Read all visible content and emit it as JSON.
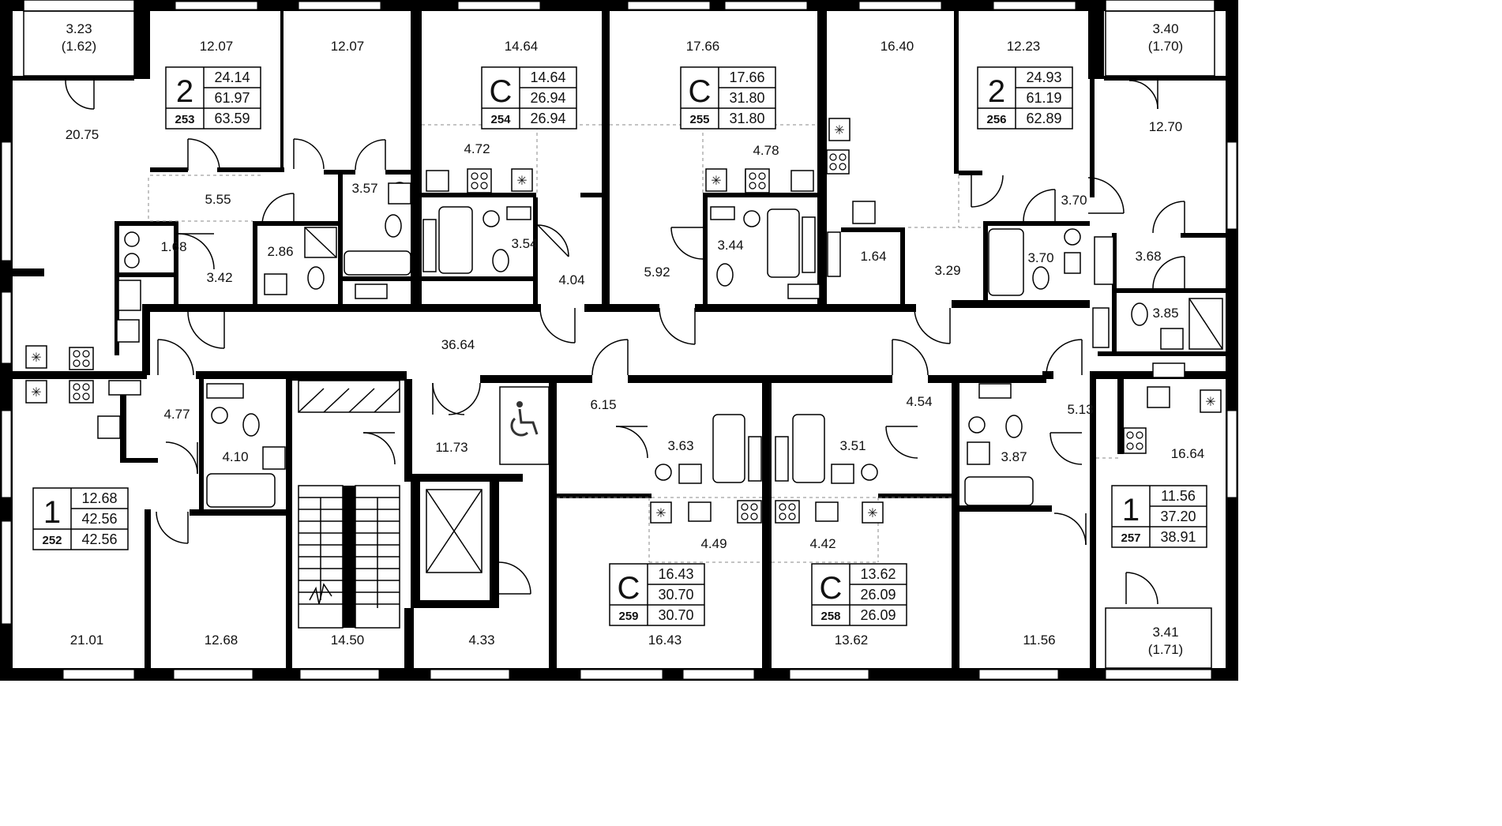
{
  "room_areas": [
    {
      "id": "balcony-left",
      "text": "3.23\n(1.62)"
    },
    {
      "id": "r253-bed1",
      "text": "12.07"
    },
    {
      "id": "r253-bed2",
      "text": "12.07"
    },
    {
      "id": "r254-room",
      "text": "14.64"
    },
    {
      "id": "r255-room",
      "text": "17.66"
    },
    {
      "id": "r256-room",
      "text": "16.40"
    },
    {
      "id": "r256-bed",
      "text": "12.23"
    },
    {
      "id": "balcony-right-top",
      "text": "3.40\n(1.70)"
    },
    {
      "id": "r253-living",
      "text": "20.75"
    },
    {
      "id": "r256-living",
      "text": "12.70"
    },
    {
      "id": "r253-hall",
      "text": "5.55"
    },
    {
      "id": "r253-bath",
      "text": "3.57"
    },
    {
      "id": "r254-kitchen",
      "text": "4.72"
    },
    {
      "id": "r255-kitchen",
      "text": "4.78"
    },
    {
      "id": "r256-hall",
      "text": "3.70"
    },
    {
      "id": "r253-wc",
      "text": "1.68"
    },
    {
      "id": "r253-shower",
      "text": "2.86"
    },
    {
      "id": "r253-corr",
      "text": "3.42"
    },
    {
      "id": "r254-bath",
      "text": "3.54"
    },
    {
      "id": "r254-hall",
      "text": "4.04"
    },
    {
      "id": "r255-hall",
      "text": "5.92"
    },
    {
      "id": "r255-bath",
      "text": "3.44"
    },
    {
      "id": "r256-closet",
      "text": "1.64"
    },
    {
      "id": "r256-corr",
      "text": "3.29"
    },
    {
      "id": "r256-bath",
      "text": "3.70"
    },
    {
      "id": "r256-room2",
      "text": "3.68"
    },
    {
      "id": "r256-shower",
      "text": "3.85"
    },
    {
      "id": "corridor",
      "text": "36.64"
    },
    {
      "id": "r252-hall",
      "text": "4.77"
    },
    {
      "id": "r252-bath",
      "text": "4.10"
    },
    {
      "id": "lobby",
      "text": "11.73"
    },
    {
      "id": "r259-hall",
      "text": "6.15"
    },
    {
      "id": "r259-bath",
      "text": "3.63"
    },
    {
      "id": "r258-bath",
      "text": "3.51"
    },
    {
      "id": "r258-hall",
      "text": "4.54"
    },
    {
      "id": "r257-hall",
      "text": "5.13"
    },
    {
      "id": "r257-bath",
      "text": "3.87"
    },
    {
      "id": "r257-room",
      "text": "16.64"
    },
    {
      "id": "r259-kitchen",
      "text": "4.49"
    },
    {
      "id": "r258-kitchen",
      "text": "4.42"
    },
    {
      "id": "r252-room",
      "text": "21.01"
    },
    {
      "id": "r252-bed",
      "text": "12.68"
    },
    {
      "id": "stair",
      "text": "14.50"
    },
    {
      "id": "lift-hall",
      "text": "4.33"
    },
    {
      "id": "r259-room",
      "text": "16.43"
    },
    {
      "id": "r258-room",
      "text": "13.62"
    },
    {
      "id": "r257-bed",
      "text": "11.56"
    },
    {
      "id": "balcony-right-bottom",
      "text": "3.41\n(1.71)"
    }
  ],
  "apartments": [
    {
      "id": "253",
      "type": "2",
      "number": "253",
      "values": [
        "24.14",
        "61.97",
        "63.59"
      ]
    },
    {
      "id": "254",
      "type": "С",
      "number": "254",
      "values": [
        "14.64",
        "26.94",
        "26.94"
      ]
    },
    {
      "id": "255",
      "type": "С",
      "number": "255",
      "values": [
        "17.66",
        "31.80",
        "31.80"
      ]
    },
    {
      "id": "256",
      "type": "2",
      "number": "256",
      "values": [
        "24.93",
        "61.19",
        "62.89"
      ]
    },
    {
      "id": "252",
      "type": "1",
      "number": "252",
      "values": [
        "12.68",
        "42.56",
        "42.56"
      ]
    },
    {
      "id": "257",
      "type": "1",
      "number": "257",
      "values": [
        "11.56",
        "37.20",
        "38.91"
      ]
    },
    {
      "id": "259",
      "type": "С",
      "number": "259",
      "values": [
        "16.43",
        "30.70",
        "30.70"
      ]
    },
    {
      "id": "258",
      "type": "С",
      "number": "258",
      "values": [
        "13.62",
        "26.09",
        "26.09"
      ]
    }
  ],
  "icons": [
    "wheelchair-icon",
    "elevator-icon",
    "stairs-icon",
    "stove-icon",
    "sink-icon",
    "bathtub-icon",
    "toilet-icon",
    "shower-icon",
    "washer-icon",
    "ventilation-icon"
  ]
}
